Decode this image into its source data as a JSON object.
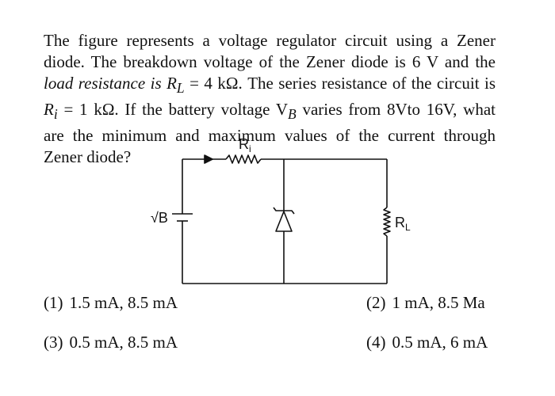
{
  "question": {
    "lines": [
      "The figure represents a voltage regulator circuit using a Zener",
      "diode. The breakdown voltage of the Zener diode is 6 V and the",
      "load resistance is R",
      "L",
      " = 4 kΩ. The series resistance of the circuit is",
      "R",
      "i",
      " = 1 kΩ. If the battery voltage V",
      "B",
      " varies from 8Vto 16V, what",
      "are the minimum and maximum values of the current through",
      "Zener diode?"
    ]
  },
  "circuit": {
    "series_resistor_label": "R",
    "series_resistor_sub": "i",
    "battery_label": "√B",
    "load_resistor_label": "R",
    "load_resistor_sub": "L"
  },
  "options": [
    {
      "number": "(1)",
      "text": "1.5 mA, 8.5 mA"
    },
    {
      "number": "(2)",
      "text": "1 mA, 8.5 Ma"
    },
    {
      "number": "(3)",
      "text": "0.5 mA, 8.5 mA"
    },
    {
      "number": "(4)",
      "text": "0.5 mA, 6 mA"
    }
  ]
}
